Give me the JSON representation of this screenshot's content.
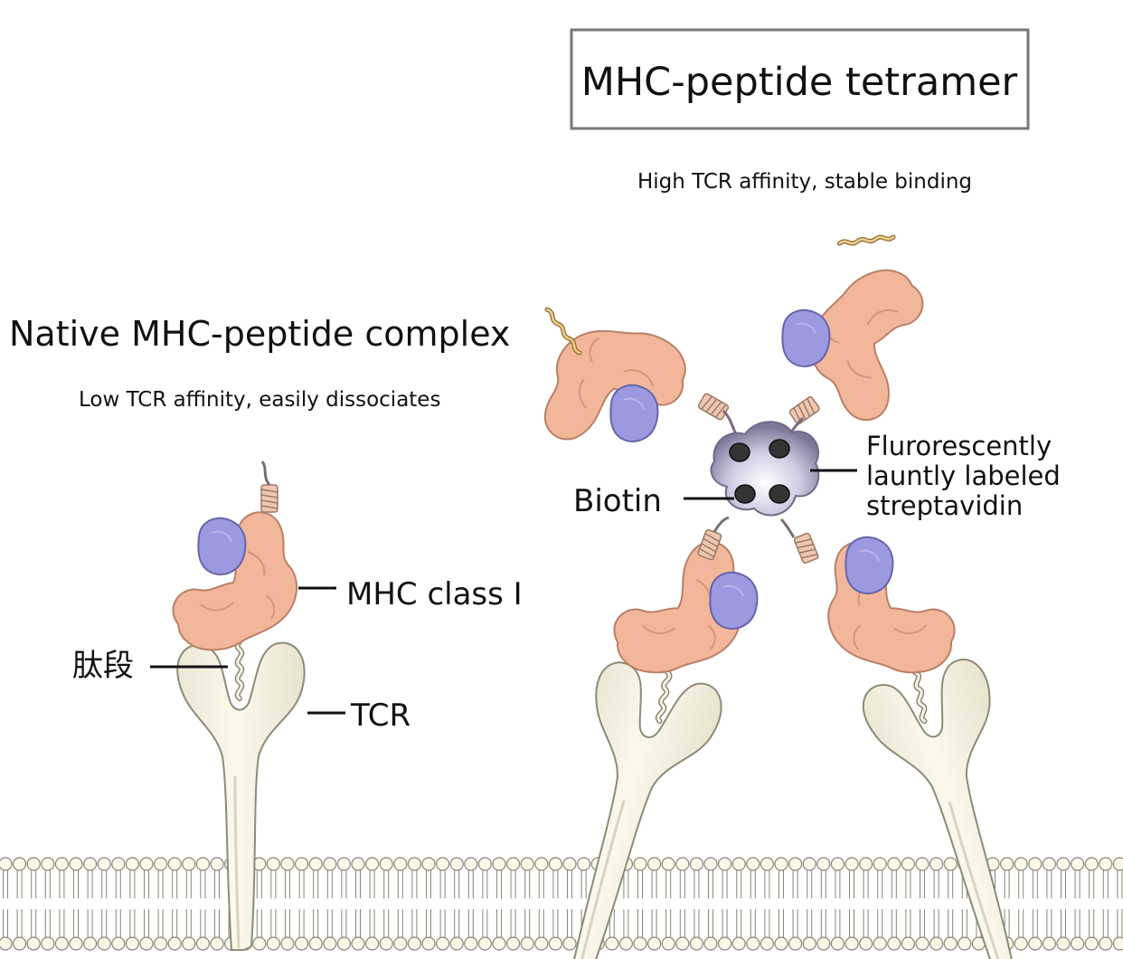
{
  "titles": {
    "tetramer": "MHC-peptide tetramer",
    "tetramer_sub": "High TCR affinity, stable binding",
    "native": "Native MHC-peptide complex",
    "native_sub": "Low TCR affinity, easily dissociates"
  },
  "labels": {
    "mhc_class_i": "MHC class I",
    "peptide": "肽段",
    "tcr": "TCR",
    "biotin": "Biotin",
    "streptavidin": [
      "Flurorescently",
      "launtly labeled",
      "streptavidin"
    ]
  },
  "colors": {
    "mhc": "#f2b79b",
    "mhc_stroke": "#b98067",
    "b2m": "#9b9ae0",
    "b2m_stroke": "#6664a8",
    "tcr": "#f4f1e2",
    "tcr_stroke": "#8f8a78",
    "membrane_head": "#fbf8ea",
    "membrane_stroke": "#8a8677",
    "streptavidin": "#b9b5cf",
    "biotin": "#333333"
  }
}
